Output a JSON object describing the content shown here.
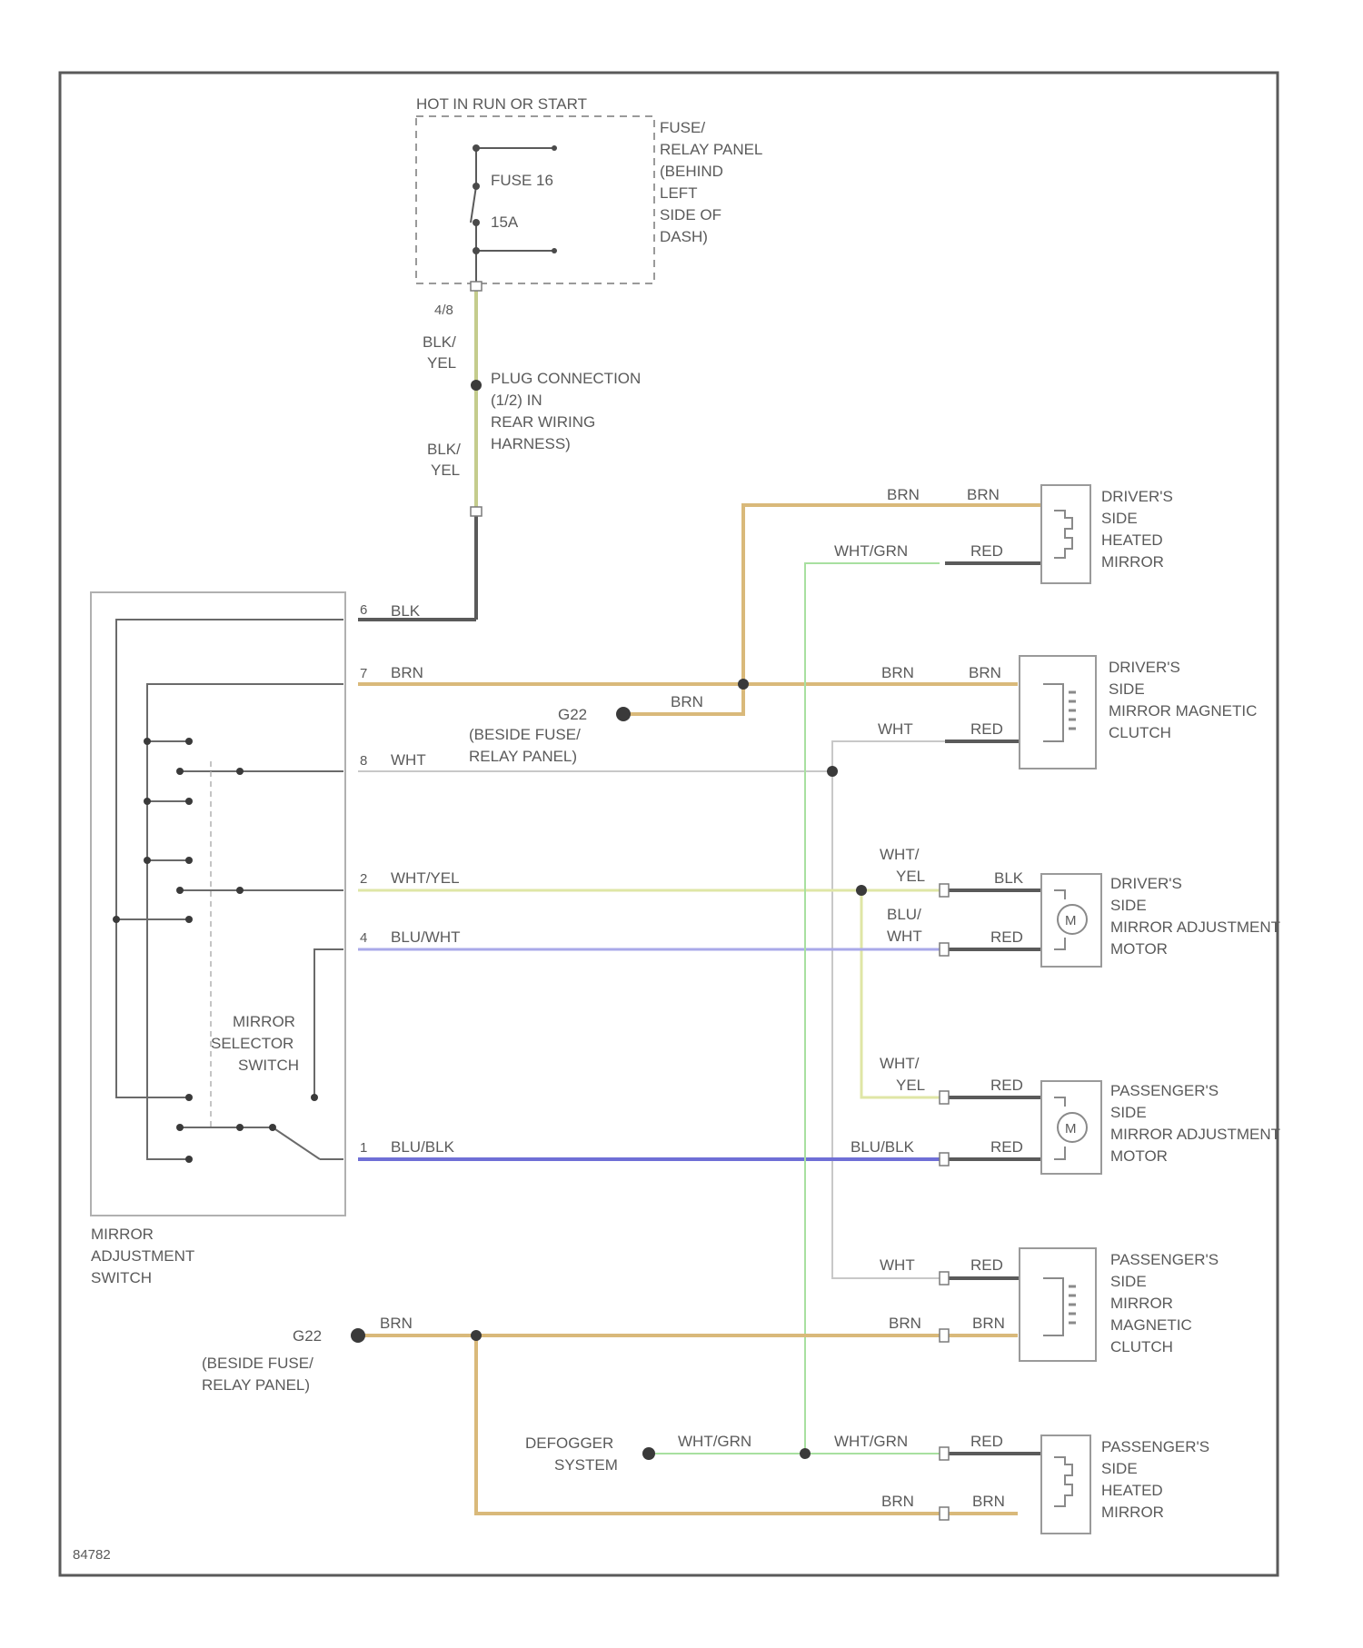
{
  "fuse_panel": {
    "hot_label": "HOT IN RUN OR START",
    "fuse_name": "FUSE 16",
    "fuse_amp": "15A",
    "location": [
      "FUSE/",
      "RELAY PANEL",
      "(BEHIND",
      "LEFT",
      "SIDE OF",
      "DASH)"
    ],
    "pin": "4/8"
  },
  "plug_connection": {
    "label": [
      "PLUG CONNECTION",
      "(1/2) IN",
      "REAR WIRING",
      "HARNESS)"
    ]
  },
  "wire_colors": {
    "blk_yel": [
      "BLK/",
      "YEL"
    ],
    "blk": "BLK",
    "brn": "BRN",
    "wht": "WHT",
    "wht_yel": "WHT/YEL",
    "wht_yel_split": [
      "WHT/",
      "YEL"
    ],
    "blu_wht": "BLU/WHT",
    "blu_wht_split": [
      "BLU/",
      "WHT"
    ],
    "blu_blk": "BLU/BLK",
    "wht_grn": "WHT/GRN",
    "red": "RED"
  },
  "switch": {
    "label": [
      "MIRROR",
      "ADJUSTMENT",
      "SWITCH"
    ],
    "selector_label": [
      "MIRROR",
      "SELECTOR",
      "SWITCH"
    ],
    "pins": [
      "6",
      "7",
      "8",
      "2",
      "4",
      "1"
    ]
  },
  "grounds": {
    "g1": {
      "name": "G22",
      "location": [
        "(BESIDE FUSE/",
        "RELAY PANEL)"
      ]
    },
    "g2": {
      "name": "G22",
      "location": [
        "(BESIDE FUSE/",
        "RELAY PANEL)"
      ]
    }
  },
  "defogger": {
    "label": [
      "DEFOGGER",
      "SYSTEM"
    ]
  },
  "components": {
    "drv_heated": [
      "DRIVER'S",
      "SIDE",
      "HEATED",
      "MIRROR"
    ],
    "drv_clutch": [
      "DRIVER'S",
      "SIDE",
      "MIRROR MAGNETIC",
      "CLUTCH"
    ],
    "drv_motor": [
      "DRIVER'S",
      "SIDE",
      "MIRROR ADJUSTMENT",
      "MOTOR"
    ],
    "pass_motor": [
      "PASSENGER'S",
      "SIDE",
      "MIRROR ADJUSTMENT",
      "MOTOR"
    ],
    "pass_clutch": [
      "PASSENGER'S",
      "SIDE",
      "MIRROR",
      "MAGNETIC",
      "CLUTCH"
    ],
    "pass_heated": [
      "PASSENGER'S",
      "SIDE",
      "HEATED",
      "MIRROR"
    ]
  },
  "motor_symbol": "M",
  "diagram_id": "84782",
  "colors": {
    "frame": "#5a5a5a",
    "blk": "#5a5a5a",
    "brn": "#d9b97a",
    "wht": "#c8c8c8",
    "wht_yel": "#dfe6a6",
    "blu_wht": "#a9a9e8",
    "blu_blk": "#6f6fd6",
    "wht_grn": "#a8e0a0",
    "blk_yel": "#c4cc8c"
  }
}
